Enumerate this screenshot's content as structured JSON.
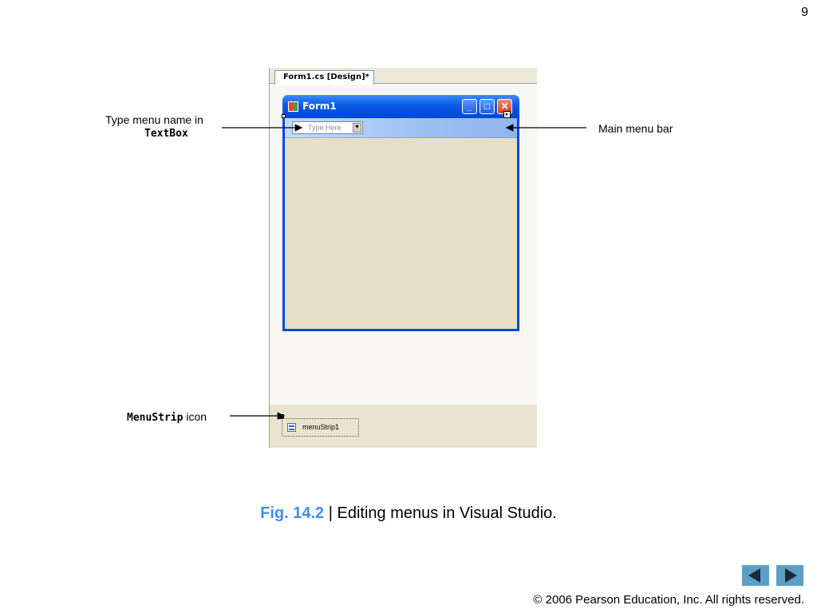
{
  "page_number": "9",
  "designer": {
    "tab_label": "Form1.cs [Design]*",
    "form_title": "Form1",
    "type_here_placeholder": "Type Here",
    "tray_item_label": "menuStrip1"
  },
  "callouts": {
    "type_menu_text": "Type menu name in",
    "type_menu_code": "TextBox",
    "main_menu_bar": "Main menu bar",
    "menustrip_code": "MenuStrip",
    "menustrip_text": " icon"
  },
  "caption": {
    "fig_label": "Fig. 14.2",
    "text": " | Editing menus in Visual Studio."
  },
  "copyright": "© 2006 Pearson Education, Inc.  All rights reserved.",
  "colors": {
    "caption_fig": "#3f8ee8",
    "nav_button": "#5b9fc5",
    "title_bar": "#0a5ae6",
    "form_client": "#e4dfc5"
  },
  "icons": [
    "form-app-icon",
    "minimize-icon",
    "maximize-icon",
    "close-icon",
    "smart-tag-icon",
    "dropdown-arrow-icon",
    "menustrip-icon",
    "previous-arrow-icon",
    "next-arrow-icon"
  ]
}
